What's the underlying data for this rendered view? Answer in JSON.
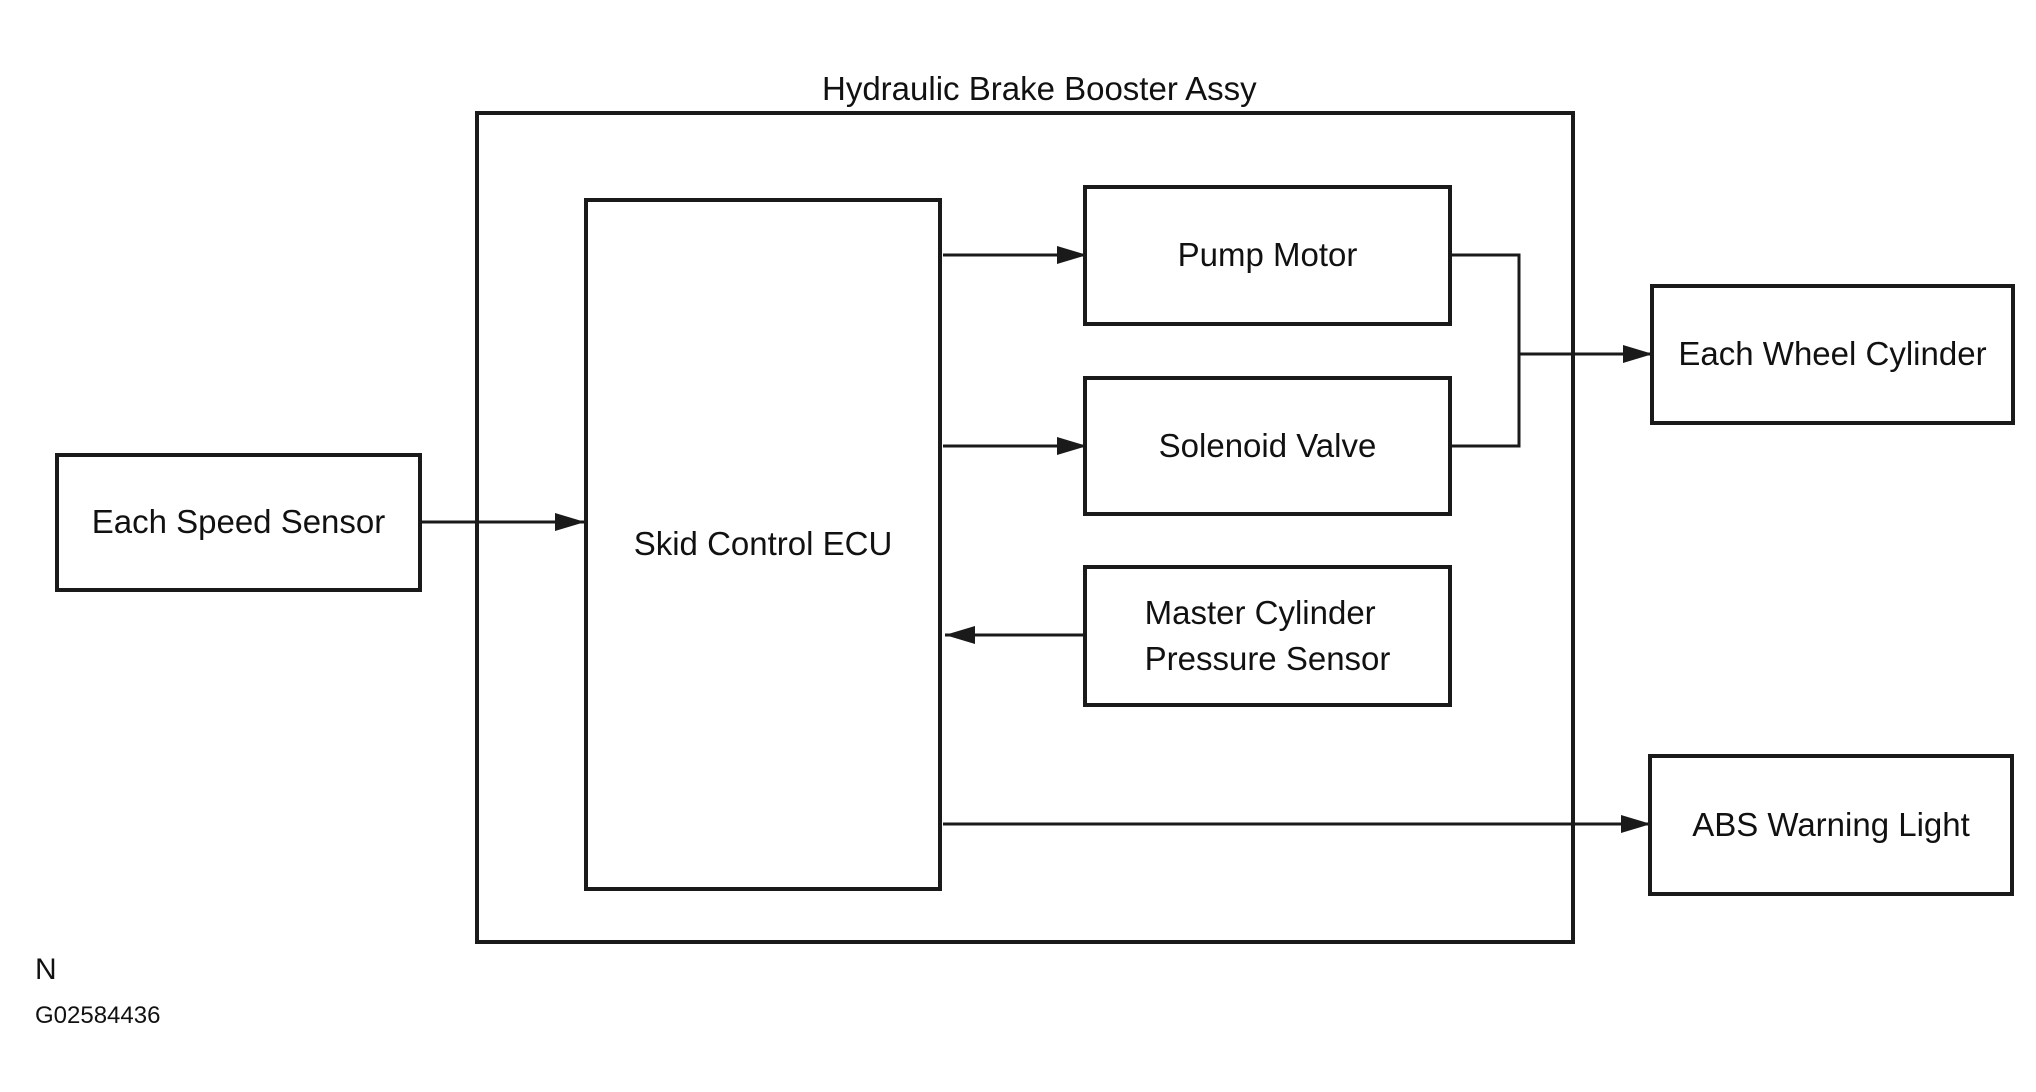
{
  "title": "Hydraulic Brake Booster Assy",
  "blocks": {
    "speed_sensor": "Each Speed Sensor",
    "ecu": "Skid Control ECU",
    "pump_motor": "Pump Motor",
    "solenoid_valve": "Solenoid Valve",
    "mc_pressure_sensor_line1": "Master Cylinder",
    "mc_pressure_sensor_line2": "Pressure Sensor",
    "wheel_cylinder": "Each Wheel Cylinder",
    "abs_warning": "ABS Warning Light"
  },
  "footer": {
    "code": "N",
    "figure_id": "G02584436"
  }
}
